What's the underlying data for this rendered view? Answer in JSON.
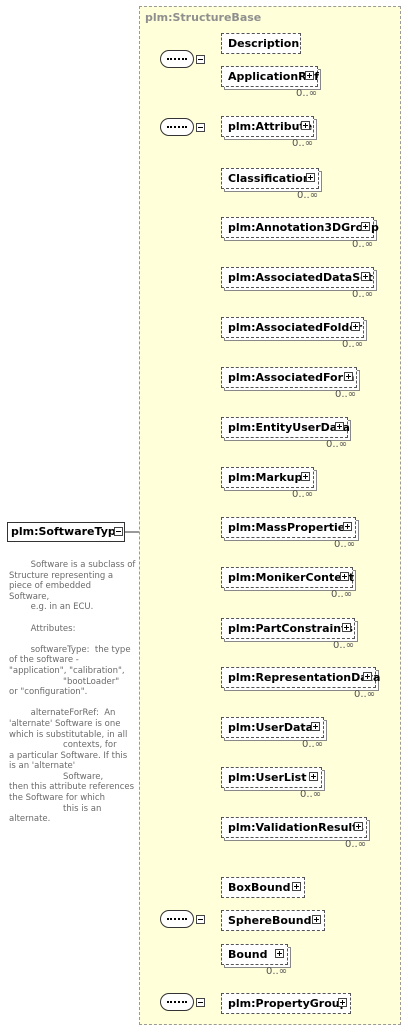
{
  "base_type": "plm:StructureBase",
  "root_element": "plm:SoftwareType",
  "documentation": "        Software is a subclass of\nStructure representing a\npiece of embedded\nSoftware,\n        e.g. in an ECU.\n\n        Attributes:\n\n        softwareType:  the type\nof the software -\n\"application\", \"calibration\",\n                    \"bootLoader\"\nor \"configuration\".\n\n        alternateForRef:  An\n'alternate' Software is one\nwhich is substitutable, in all\n                    contexts, for\na particular Software. If this\nis an 'alternate'\n                    Software,\nthen this attribute references\nthe Software for which\n                    this is an\nalternate.",
  "groups": [
    {
      "children": [
        {
          "name": "Description",
          "cardinality": ""
        },
        {
          "name": "ApplicationRef",
          "cardinality": "0..∞"
        }
      ]
    },
    {
      "children": [
        {
          "name": "plm:Attribute",
          "cardinality": "0..∞"
        },
        {
          "name": "Classification",
          "cardinality": "0..∞"
        },
        {
          "name": "plm:Annotation3DGroup",
          "cardinality": "0..∞"
        },
        {
          "name": "plm:AssociatedDataSet",
          "cardinality": "0..∞"
        },
        {
          "name": "plm:AssociatedFolder",
          "cardinality": "0..∞"
        },
        {
          "name": "plm:AssociatedForm",
          "cardinality": "0..∞"
        },
        {
          "name": "plm:EntityUserData",
          "cardinality": "0..∞"
        },
        {
          "name": "plm:Markup",
          "cardinality": "0..∞"
        },
        {
          "name": "plm:MassProperties",
          "cardinality": "0..∞"
        },
        {
          "name": "plm:MonikerContext",
          "cardinality": "0..∞"
        },
        {
          "name": "plm:PartConstraints",
          "cardinality": "0..∞"
        },
        {
          "name": "plm:RepresentationData",
          "cardinality": "0..∞"
        },
        {
          "name": "plm:UserData",
          "cardinality": "0..∞"
        },
        {
          "name": "plm:UserList",
          "cardinality": "0..∞"
        },
        {
          "name": "plm:ValidationResults",
          "cardinality": "0..∞"
        }
      ]
    },
    {
      "children": [
        {
          "name": "BoxBound",
          "cardinality": ""
        },
        {
          "name": "SphereBound",
          "cardinality": ""
        },
        {
          "name": "Bound",
          "cardinality": "0..∞"
        }
      ]
    },
    {
      "children": [
        {
          "name": "plm:PropertyGroup",
          "cardinality": ""
        }
      ]
    }
  ]
}
